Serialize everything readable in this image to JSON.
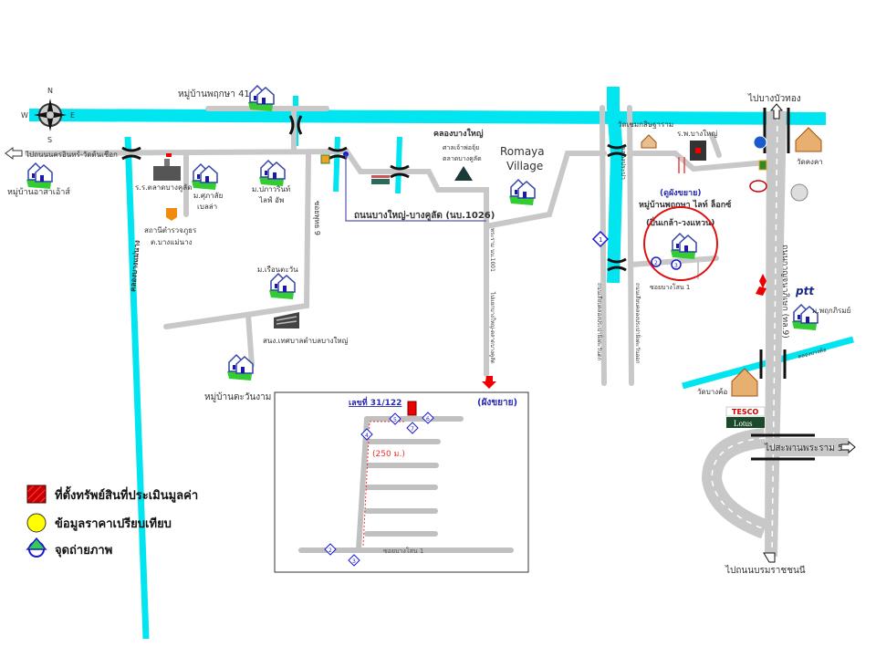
{
  "compass": {
    "n": "N",
    "s": "S",
    "e": "E",
    "w": "W"
  },
  "canals": {
    "main": "คลองบางใหญ่",
    "prapa": "คลองประปา",
    "bangkhu": "คลองบางค้อ",
    "bangmaenang": "คลองบางแม่นาง"
  },
  "roads": {
    "west_exit": "ไปถนนนครอินทร์-วัดต้นเชือก",
    "bangyai_bangkhulat": "ถนนบางใหญ่-บางคูลัด (นบ.1026)",
    "nb1001": "พระราม นบ.1001",
    "nb1001_side": "ไปแยกบางใหญ่-ตลาดบางคูลัด",
    "soi9": "ซอยพุทธ 9",
    "prapa_left": "ถนนเลียบคลองประปาฝั่งตะวันตก",
    "prapa_right": "ถนนเลียบคลองประปาฝั่งตะวันออก",
    "soi_bangson": "ซอยบางโสน 1",
    "kanchana": "ถนนกาญจนาภิเษก (ทล.9)",
    "to_bangbuathong": "ไปบางบัวทอง",
    "to_rama5": "ไปสะพานพระราม 5",
    "to_borommaratchachonnani": "ไปถนนบรมราชชนนี"
  },
  "places": {
    "pruksa41": "หมู่บ้านพฤกษา 41",
    "asa": "หมู่บ้านอาสาเอ้าส์",
    "school": "ร.ร.ตลาดบางคูลัด",
    "supalai": [
      "ม.ศุภาลัย",
      "เบลล่า"
    ],
    "pruksa_lifeup": [
      "ม.ปภาวรินท์",
      "ไลฟ์ อัพ"
    ],
    "police": [
      "สถานีตำรวจภูธร",
      "ต.บางแม่นาง"
    ],
    "chianchawan": "ม.เรือนตะวัน",
    "municipality": "สนง.เทศบาลตำบลบางใหญ่",
    "tawanngam": "หมู่บ้านตะวันงาม",
    "shrine": [
      "ศาลเจ้าพ่อจุ้ย",
      "ตลาดบางคูลัด"
    ],
    "romaya": [
      "Romaya",
      "Village"
    ],
    "wat_chemnok": "วัดเชมกสิษฐาราม",
    "hospital": "ร.พ.บางใหญ่",
    "wat_kongkha": "วัดคงคา",
    "subject_village": [
      "(ดูผังขยาย)",
      "หมู่บ้านพฤกษา ไลท์ ล็อกซ์",
      "(ปิ่นเกล้า-วงแหวน)"
    ],
    "pruksa_phirom": "ม.พฤกภิรมย์",
    "wat_bangkhu": "วัดบางค้อ",
    "tesco": "TESCO",
    "lotus": "Lotus",
    "ptt": "ptt"
  },
  "inset": {
    "address": "เลขที่ 31/122",
    "title": "(ผังขยาย)",
    "distance": "(250 ม.)",
    "road": "ซอยบางโสน 1",
    "markers": [
      "2",
      "3",
      "4",
      "5",
      "6",
      "7"
    ]
  },
  "photo_points": [
    "1",
    "2",
    "3"
  ],
  "legend": [
    {
      "label": "ที่ตั้งทรัพย์สินที่ประเมินมูลค่า",
      "icon": "property-marker"
    },
    {
      "label": "ข้อมูลราคาเปรียบเทียบ",
      "icon": "comparable-marker"
    },
    {
      "label": "จุดถ่ายภาพ",
      "icon": "photo-point-marker"
    }
  ],
  "colors": {
    "canal": "#00e5f0",
    "road": "#c8c8c8",
    "property": "#e60000",
    "comparable": "#ffff00",
    "photo": "#1a1acc",
    "highlight_circle": "#e01010",
    "label_blue": "#2a2ab0"
  }
}
